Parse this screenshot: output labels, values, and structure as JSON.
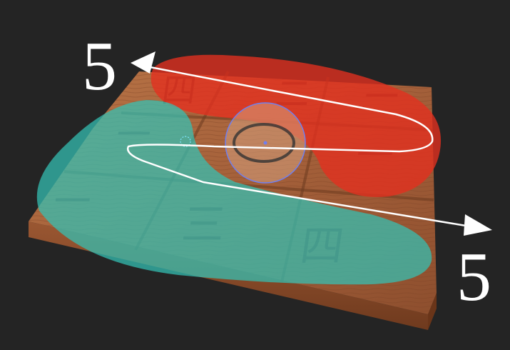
{
  "labels": {
    "top_left": "5",
    "bottom_right": "5"
  },
  "tiles": {
    "top_row": [
      "四",
      "二",
      "一"
    ],
    "middle_row": [
      "一",
      "",
      "一"
    ],
    "bottom_row": [
      "一",
      "三",
      "四"
    ]
  },
  "colors": {
    "background": "#242424",
    "board_wood": "#a8643a",
    "red_region": "#e4301f",
    "teal_region": "#3fb6aa",
    "path": "#ffffff",
    "ring": "#6f7ff0"
  },
  "icons": {
    "center_target": "target-ring-icon",
    "arrow_heads": "arrow-head-icon"
  }
}
